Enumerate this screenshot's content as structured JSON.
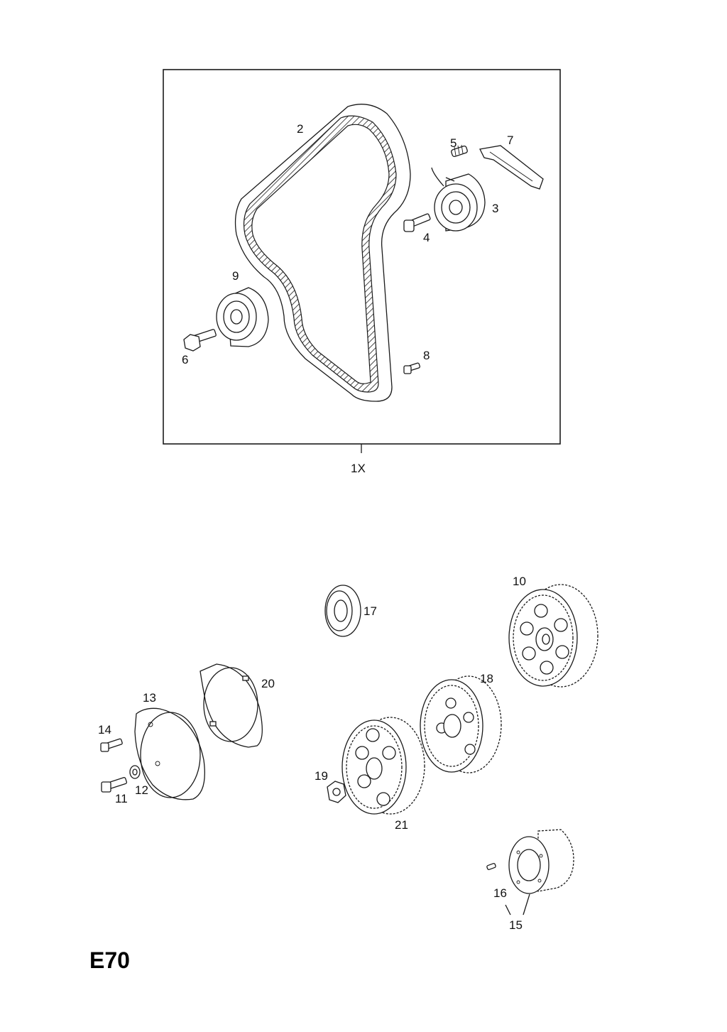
{
  "diagram": {
    "page_code": "E70",
    "kit": {
      "label": "1X"
    },
    "callouts": {
      "c2": "2",
      "c3": "3",
      "c4": "4",
      "c5": "5",
      "c6": "6",
      "c7": "7",
      "c8": "8",
      "c9": "9",
      "c10": "10",
      "c11": "11",
      "c12": "12",
      "c13": "13",
      "c14": "14",
      "c15": "15",
      "c16": "16",
      "c17": "17",
      "c18": "18",
      "c19": "19",
      "c20": "20",
      "c21": "21"
    }
  }
}
